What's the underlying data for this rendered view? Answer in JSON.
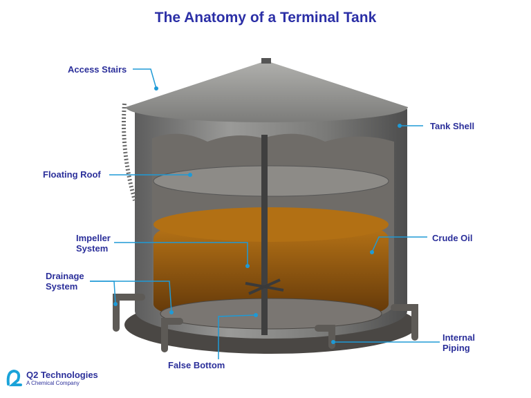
{
  "title": "The Anatomy of a Terminal Tank",
  "labels": {
    "access_stairs": "Access Stairs",
    "tank_shell": "Tank Shell",
    "floating_roof": "Floating Roof",
    "impeller_system_1": "Impeller",
    "impeller_system_2": "System",
    "crude_oil": "Crude Oil",
    "drainage_system_1": "Drainage",
    "drainage_system_2": "System",
    "internal_piping_1": "Internal",
    "internal_piping_2": "Piping",
    "false_bottom": "False Bottom"
  },
  "logo": {
    "name": "Q2 Technologies",
    "tagline": "A Chemical Company"
  },
  "colors": {
    "title": "#2b2fa6",
    "leader": "#1e9ad6",
    "oil": "#b5700f"
  }
}
